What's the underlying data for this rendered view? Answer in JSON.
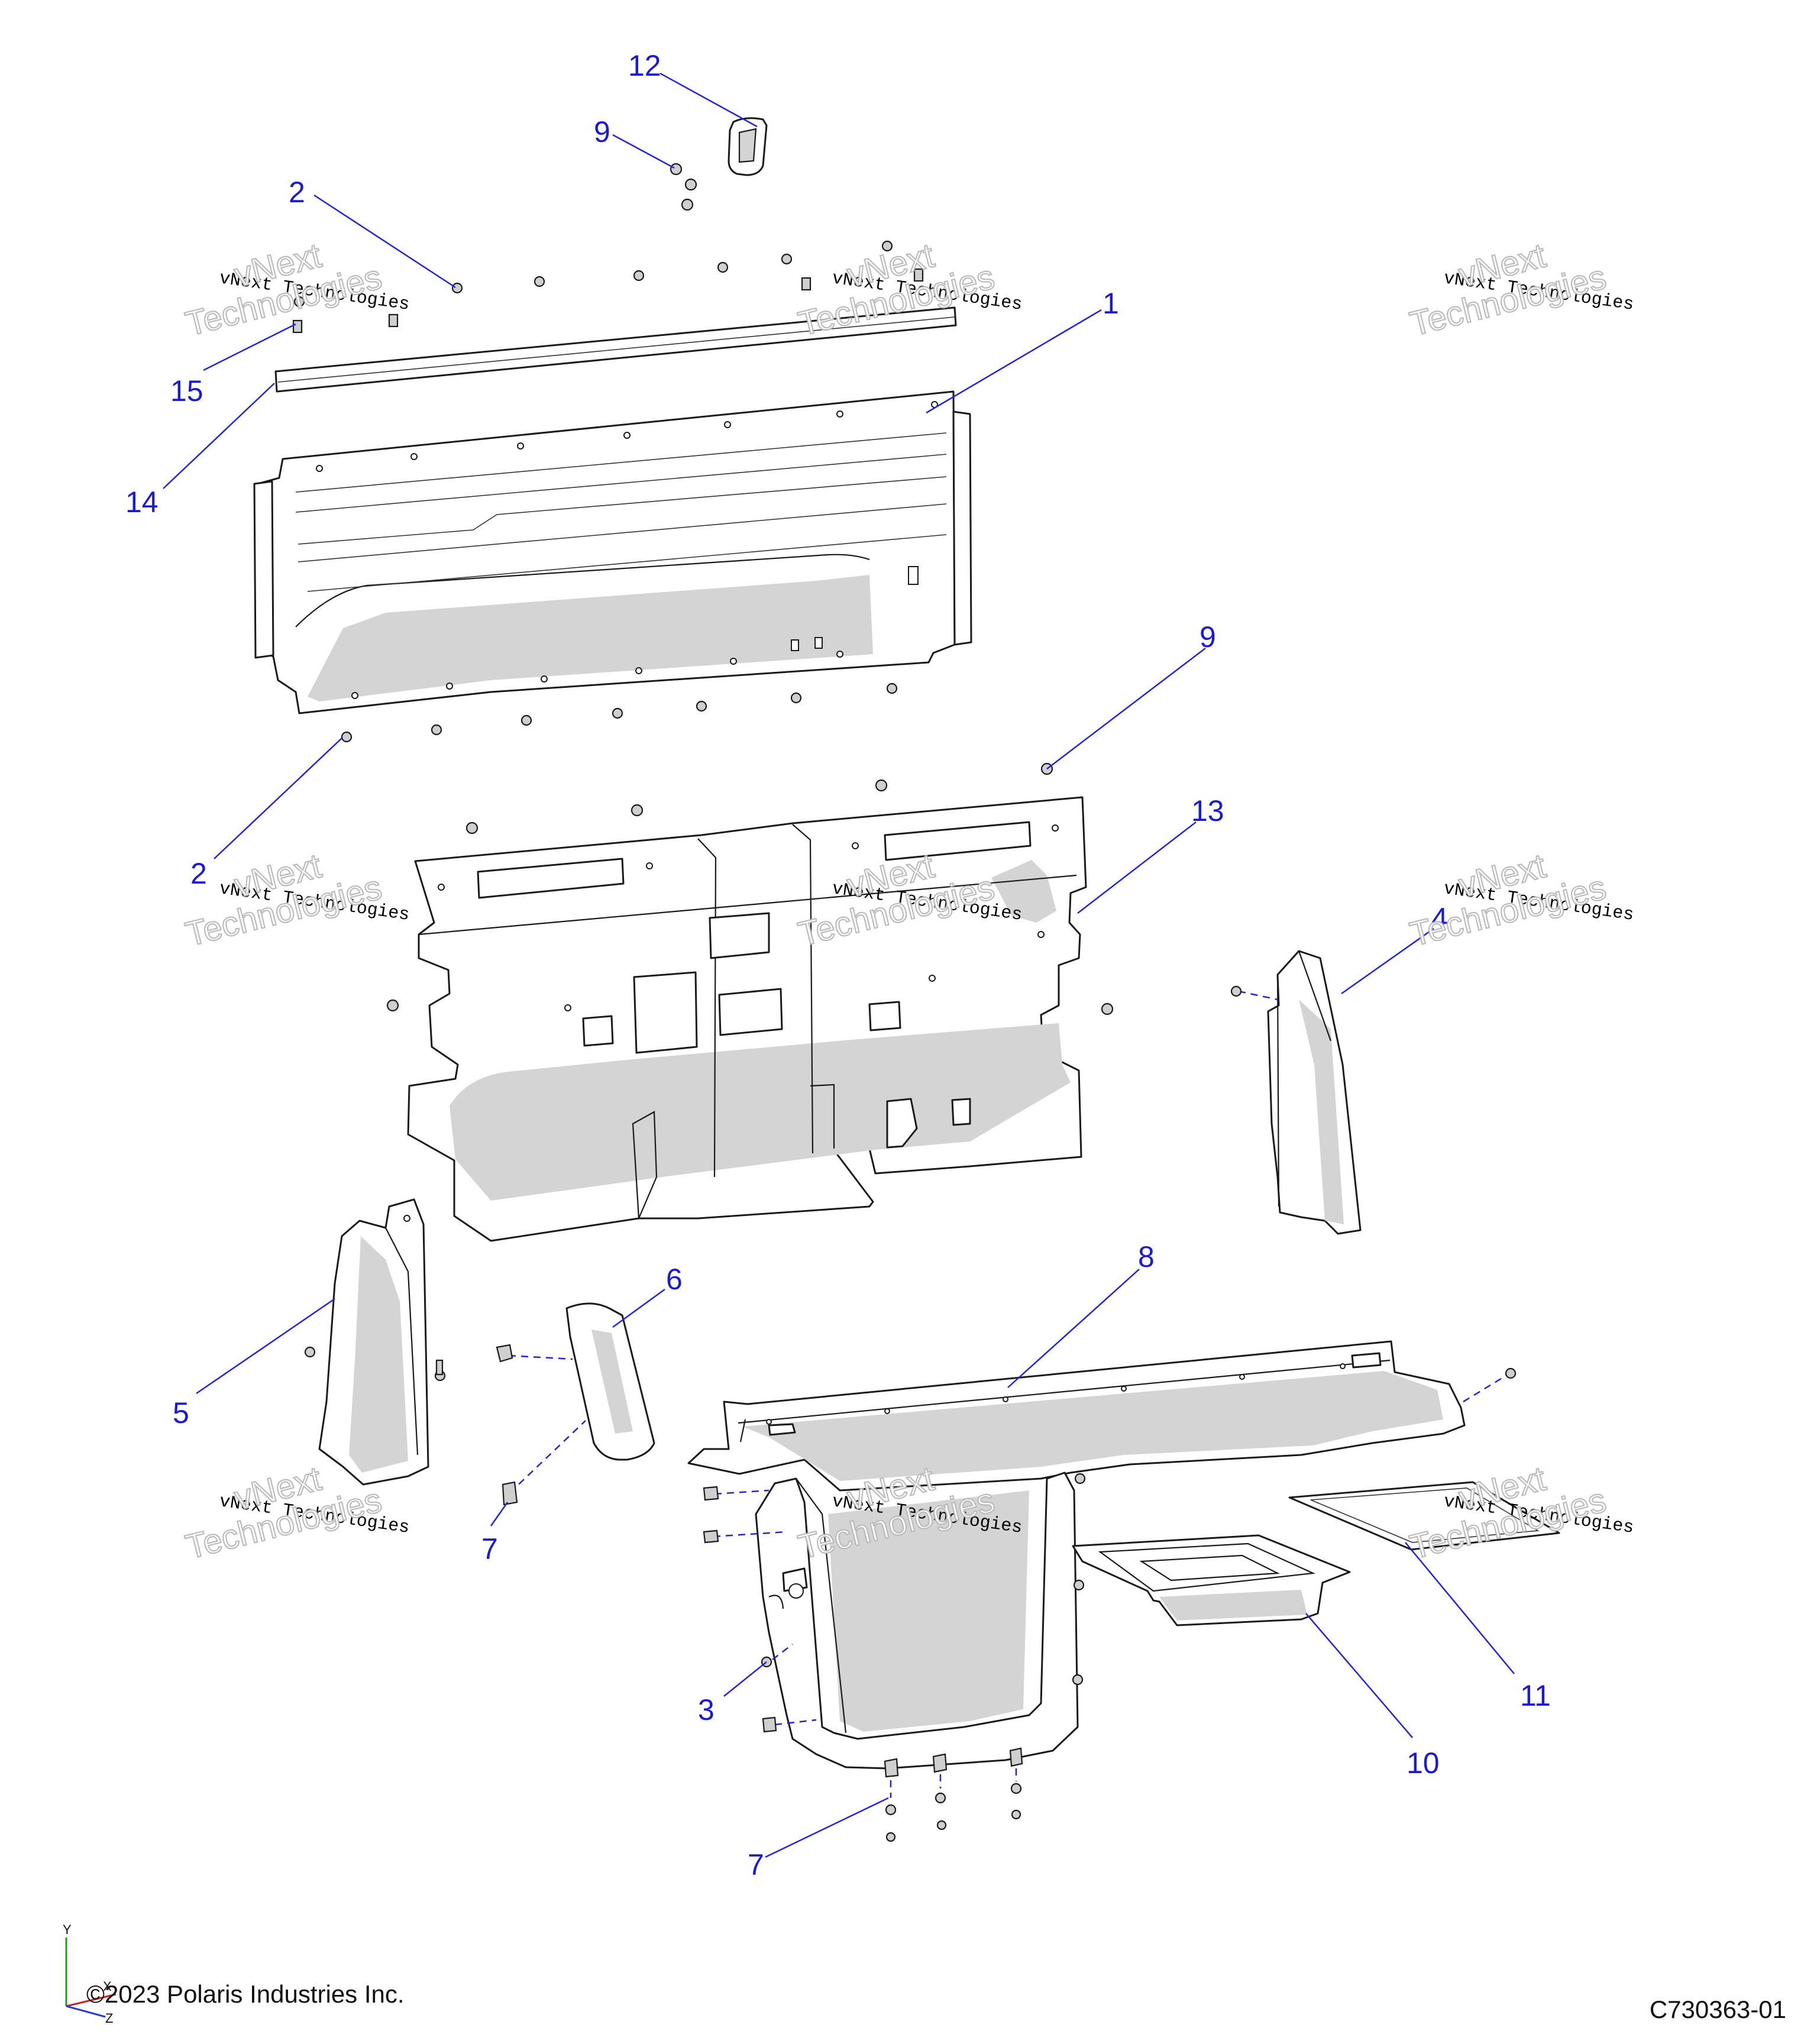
{
  "diagram": {
    "callouts": [
      {
        "id": "c12",
        "label": "12"
      },
      {
        "id": "c9a",
        "label": "9"
      },
      {
        "id": "c2a",
        "label": "2"
      },
      {
        "id": "c1",
        "label": "1"
      },
      {
        "id": "c15",
        "label": "15"
      },
      {
        "id": "c14",
        "label": "14"
      },
      {
        "id": "c9b",
        "label": "9"
      },
      {
        "id": "c13",
        "label": "13"
      },
      {
        "id": "c2b",
        "label": "2"
      },
      {
        "id": "c4",
        "label": "4"
      },
      {
        "id": "c8",
        "label": "8"
      },
      {
        "id": "c6",
        "label": "6"
      },
      {
        "id": "c5",
        "label": "5"
      },
      {
        "id": "c7a",
        "label": "7"
      },
      {
        "id": "c3",
        "label": "3"
      },
      {
        "id": "c11",
        "label": "11"
      },
      {
        "id": "c10",
        "label": "10"
      },
      {
        "id": "c7b",
        "label": "7"
      }
    ],
    "watermark": {
      "line_small": "vNext Technologies",
      "line_big_1": "vNext",
      "line_big_2": "Technologies"
    },
    "axis_labels": {
      "y": "Y",
      "x": "X",
      "z": "Z"
    }
  },
  "footer": {
    "copyright": "©2023 Polaris Industries Inc.",
    "drawing_number": "C730363-01"
  }
}
